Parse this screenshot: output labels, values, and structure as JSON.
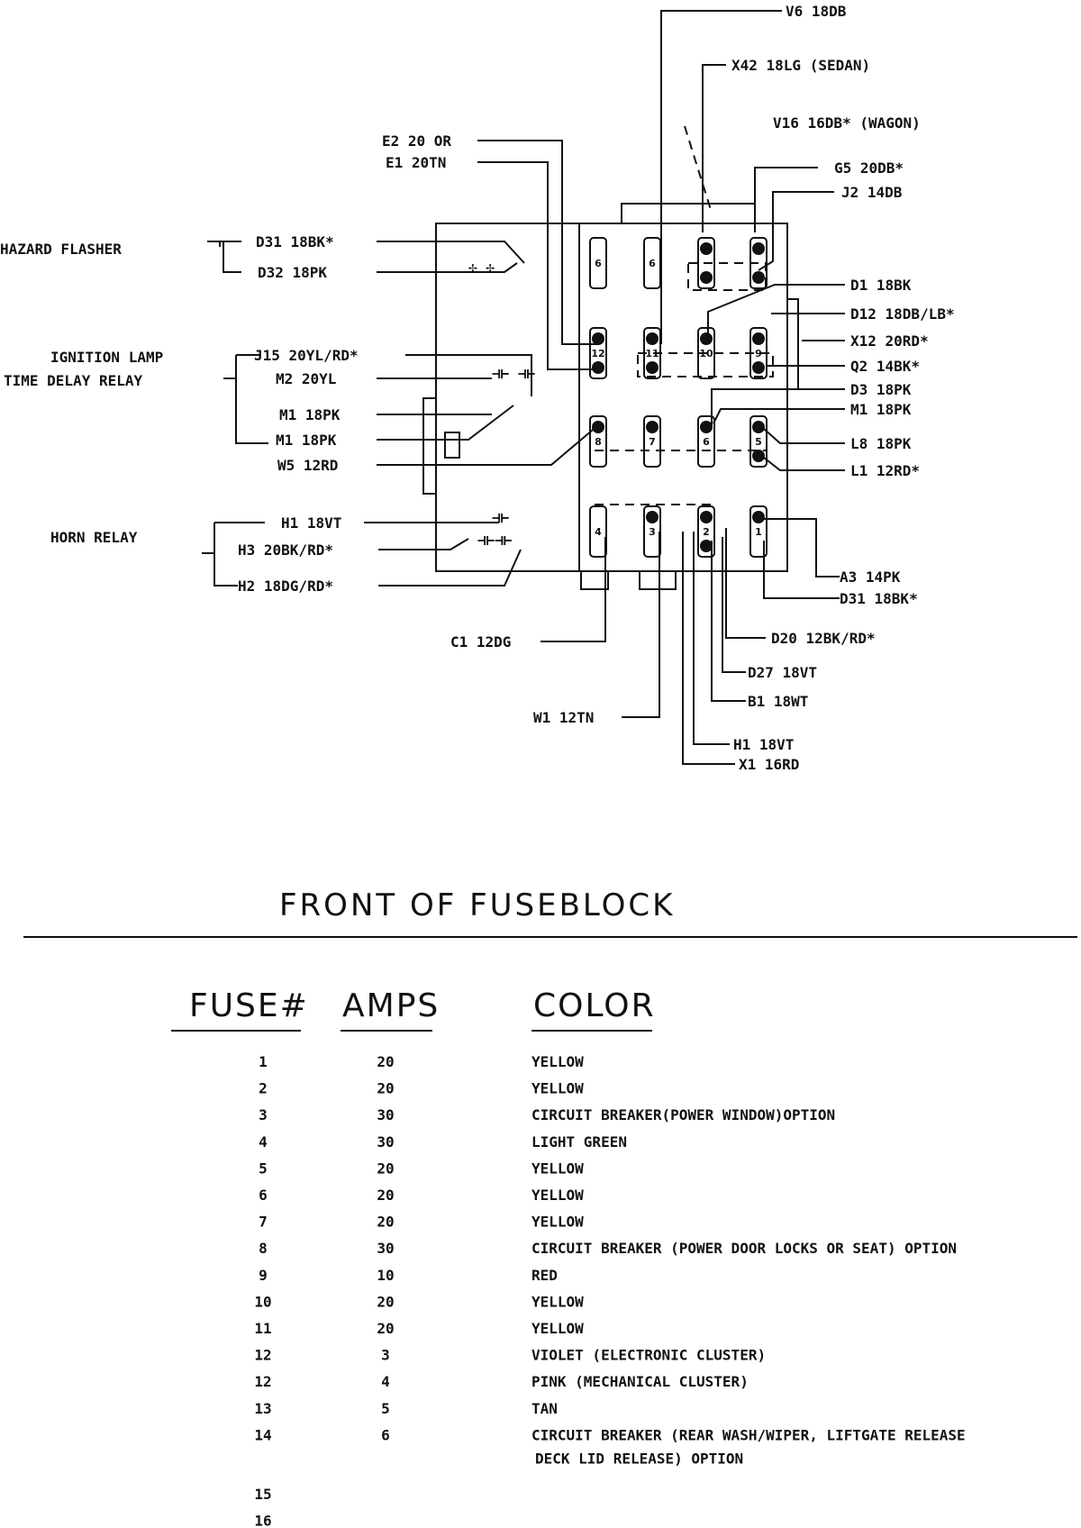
{
  "diagram": {
    "group_labels": {
      "hazard": "HAZARD FLASHER",
      "ignition_1": "IGNITION LAMP",
      "ignition_2": "TIME DELAY RELAY",
      "horn": "HORN RELAY"
    },
    "wires": {
      "v6": "V6 18DB",
      "x42": "X42 18LG (SEDAN)",
      "v16": "V16 16DB* (WAGON)",
      "g5": "G5 20DB*",
      "j2": "J2 14DB",
      "e2": "E2 20 OR",
      "e1": "E1 20TN",
      "d31a": "D31 18BK*",
      "d32": "D32 18PK",
      "d1": "D1 18BK",
      "d12": "D12 18DB/LB*",
      "x12": "X12 20RD*",
      "q2": "Q2 14BK*",
      "d3": "D3 18PK",
      "m1r": "M1 18PK",
      "l8": "L8 18PK",
      "l1": "L1 12RD*",
      "j15": "J15 20YL/RD*",
      "m2": "M2 20YL",
      "m1a": "M1 18PK",
      "m1b": "M1 18PK",
      "w5": "W5 12RD",
      "h1a": "H1 18VT",
      "h3": "H3 20BK/RD*",
      "h2": "H2 18DG/RD*",
      "a3": "A3 14PK",
      "d31b": "D31 18BK*",
      "c1": "C1 12DG",
      "d20": "D20 12BK/RD*",
      "d27": "D27 18VT",
      "b1": "B1 18WT",
      "w1": "W1 12TN",
      "h1b": "H1 18VT",
      "x1": "X1 16RD"
    }
  },
  "title": "FRONT OF FUSEBLOCK",
  "table": {
    "headers": {
      "fuse": "FUSE#",
      "amps": "AMPS",
      "color": "COLOR"
    },
    "rows": [
      {
        "fuse": "1",
        "amps": "20",
        "color": "YELLOW",
        "color2": ""
      },
      {
        "fuse": "2",
        "amps": "20",
        "color": "YELLOW",
        "color2": ""
      },
      {
        "fuse": "3",
        "amps": "30",
        "color": "CIRCUIT BREAKER(POWER WINDOW)OPTION",
        "color2": ""
      },
      {
        "fuse": "4",
        "amps": "30",
        "color": "LIGHT GREEN",
        "color2": ""
      },
      {
        "fuse": "5",
        "amps": "20",
        "color": "YELLOW",
        "color2": ""
      },
      {
        "fuse": "6",
        "amps": "20",
        "color": "YELLOW",
        "color2": ""
      },
      {
        "fuse": "7",
        "amps": "20",
        "color": "YELLOW",
        "color2": ""
      },
      {
        "fuse": "8",
        "amps": "30",
        "color": "CIRCUIT BREAKER (POWER DOOR LOCKS OR SEAT) OPTION",
        "color2": ""
      },
      {
        "fuse": "9",
        "amps": "10",
        "color": "RED",
        "color2": ""
      },
      {
        "fuse": "10",
        "amps": "20",
        "color": "YELLOW",
        "color2": ""
      },
      {
        "fuse": "11",
        "amps": "20",
        "color": "YELLOW",
        "color2": ""
      },
      {
        "fuse": "12",
        "amps": "3",
        "color": "VIOLET (ELECTRONIC CLUSTER)",
        "color2": ""
      },
      {
        "fuse": "12",
        "amps": "4",
        "color": "PINK (MECHANICAL CLUSTER)",
        "color2": ""
      },
      {
        "fuse": "13",
        "amps": "5",
        "color": "TAN",
        "color2": ""
      },
      {
        "fuse": "14",
        "amps": "6",
        "color": "CIRCUIT BREAKER (REAR WASH/WIPER, LIFTGATE RELEASE",
        "color2": "DECK LID RELEASE) OPTION"
      },
      {
        "fuse": "15",
        "amps": "",
        "color": "",
        "color2": ""
      },
      {
        "fuse": "16",
        "amps": "",
        "color": "",
        "color2": ""
      }
    ]
  }
}
